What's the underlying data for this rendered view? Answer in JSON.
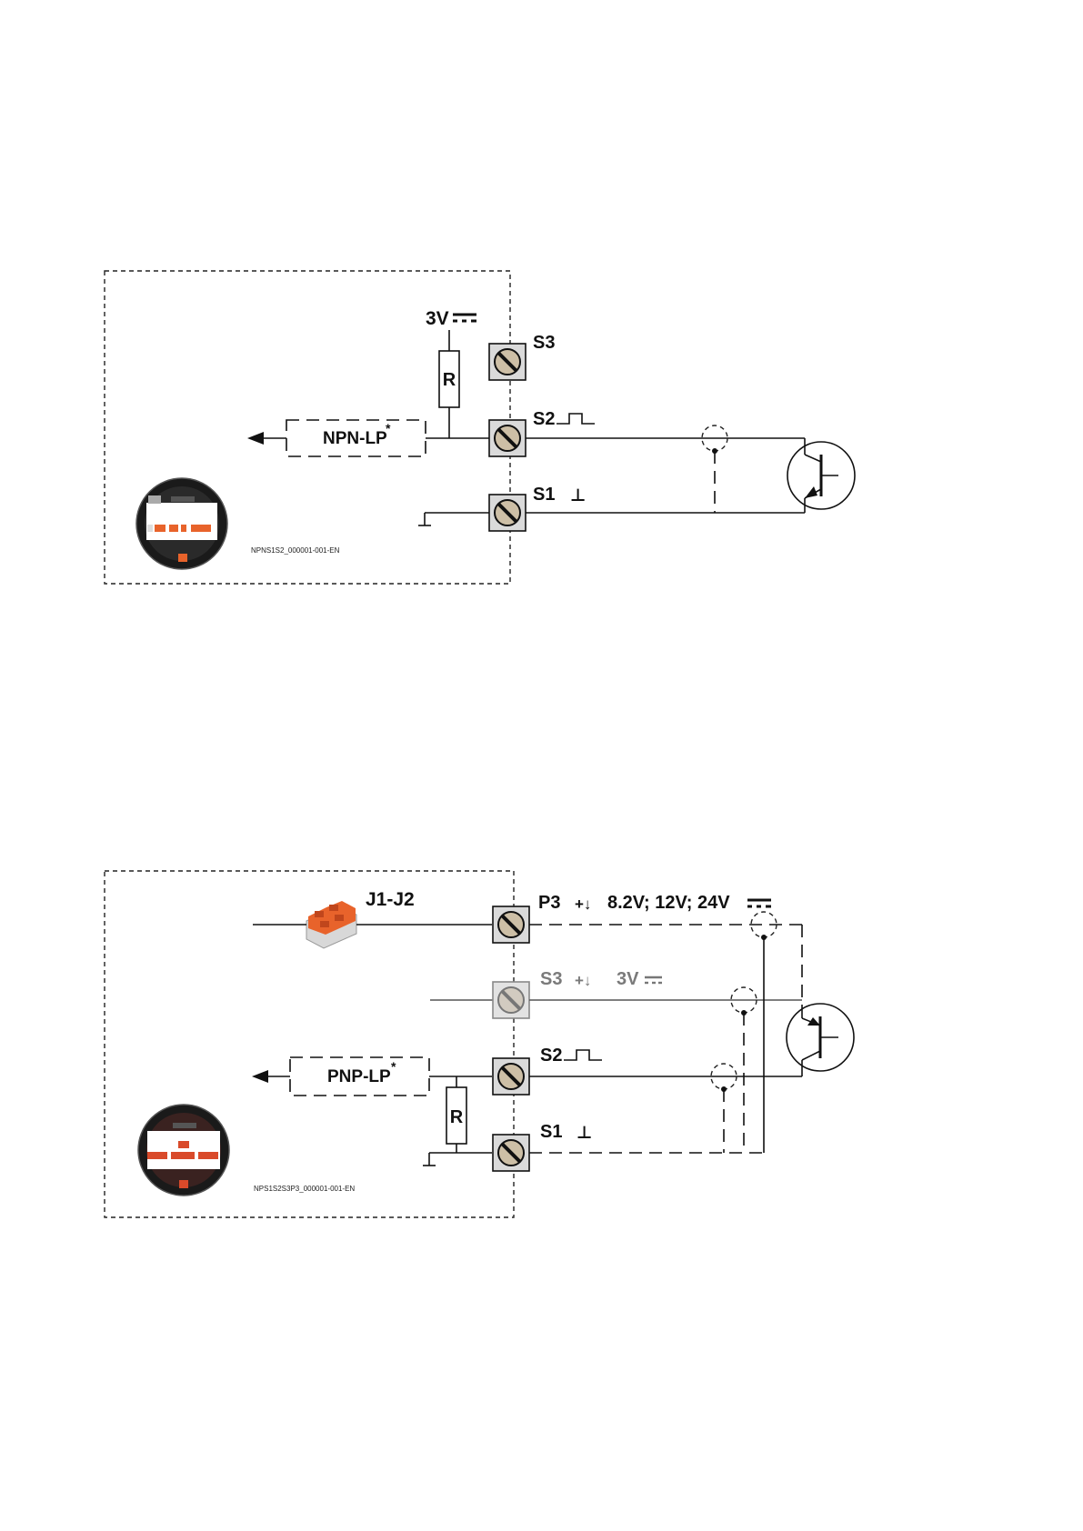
{
  "diagram1": {
    "supply_label": "3V",
    "resistor_label": "R",
    "output_box_label": "NPN-LP",
    "output_box_asterisk": "*",
    "terminals": [
      {
        "name": "S3",
        "symbol": ""
      },
      {
        "name": "S2",
        "symbol": "pulse"
      },
      {
        "name": "S1",
        "symbol": "⊥"
      }
    ],
    "figure_code": "NPNS1S2_000001-001-EN"
  },
  "diagram2": {
    "connector_label": "J1-J2",
    "resistor_label": "R",
    "output_box_label": "PNP-LP",
    "output_box_asterisk": "*",
    "terminals": [
      {
        "name": "P3",
        "prefix": "+↓",
        "value": "8.2V; 12V; 24V"
      },
      {
        "name": "S3",
        "prefix": "+↓",
        "value": "3V"
      },
      {
        "name": "S2",
        "prefix": "",
        "value": ""
      },
      {
        "name": "S1",
        "prefix": "",
        "value": "⊥"
      }
    ],
    "figure_code": "NPS1S2S3P3_000001-001-EN"
  },
  "colors": {
    "line": "#111111",
    "muted": "#7a7a7a",
    "terminal_fill": "#d9d9d9",
    "screw_fill": "#c9b9a0",
    "accent_orange": "#e8632b"
  }
}
